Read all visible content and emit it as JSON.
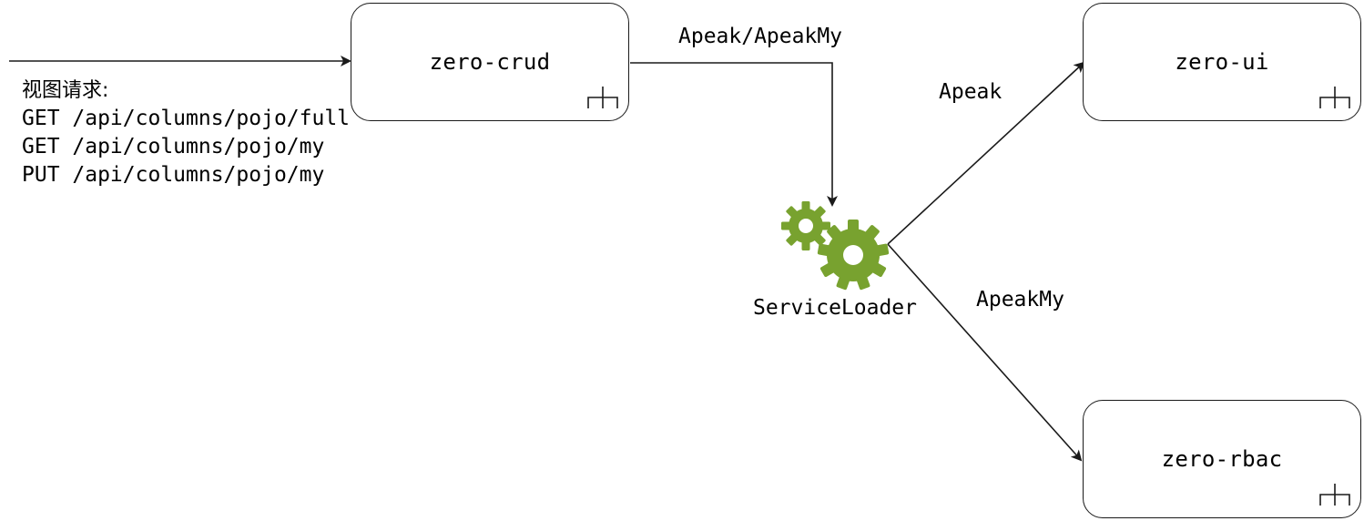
{
  "nodes": {
    "crud": {
      "label": "zero-crud"
    },
    "ui": {
      "label": "zero-ui"
    },
    "rbac": {
      "label": "zero-rbac"
    }
  },
  "request": {
    "title": "视图请求:",
    "lines": [
      "GET /api/columns/pojo/full",
      "GET /api/columns/pojo/my",
      "PUT /api/columns/pojo/my"
    ]
  },
  "edges": {
    "crud_to_loader": "Apeak/ApeakMy",
    "loader_to_ui": "Apeak",
    "loader_to_rbac": "ApeakMy"
  },
  "service_loader": {
    "label": "ServiceLoader",
    "icon": "gears-icon",
    "color": "#78a22f"
  },
  "module_icon": "module-icon"
}
